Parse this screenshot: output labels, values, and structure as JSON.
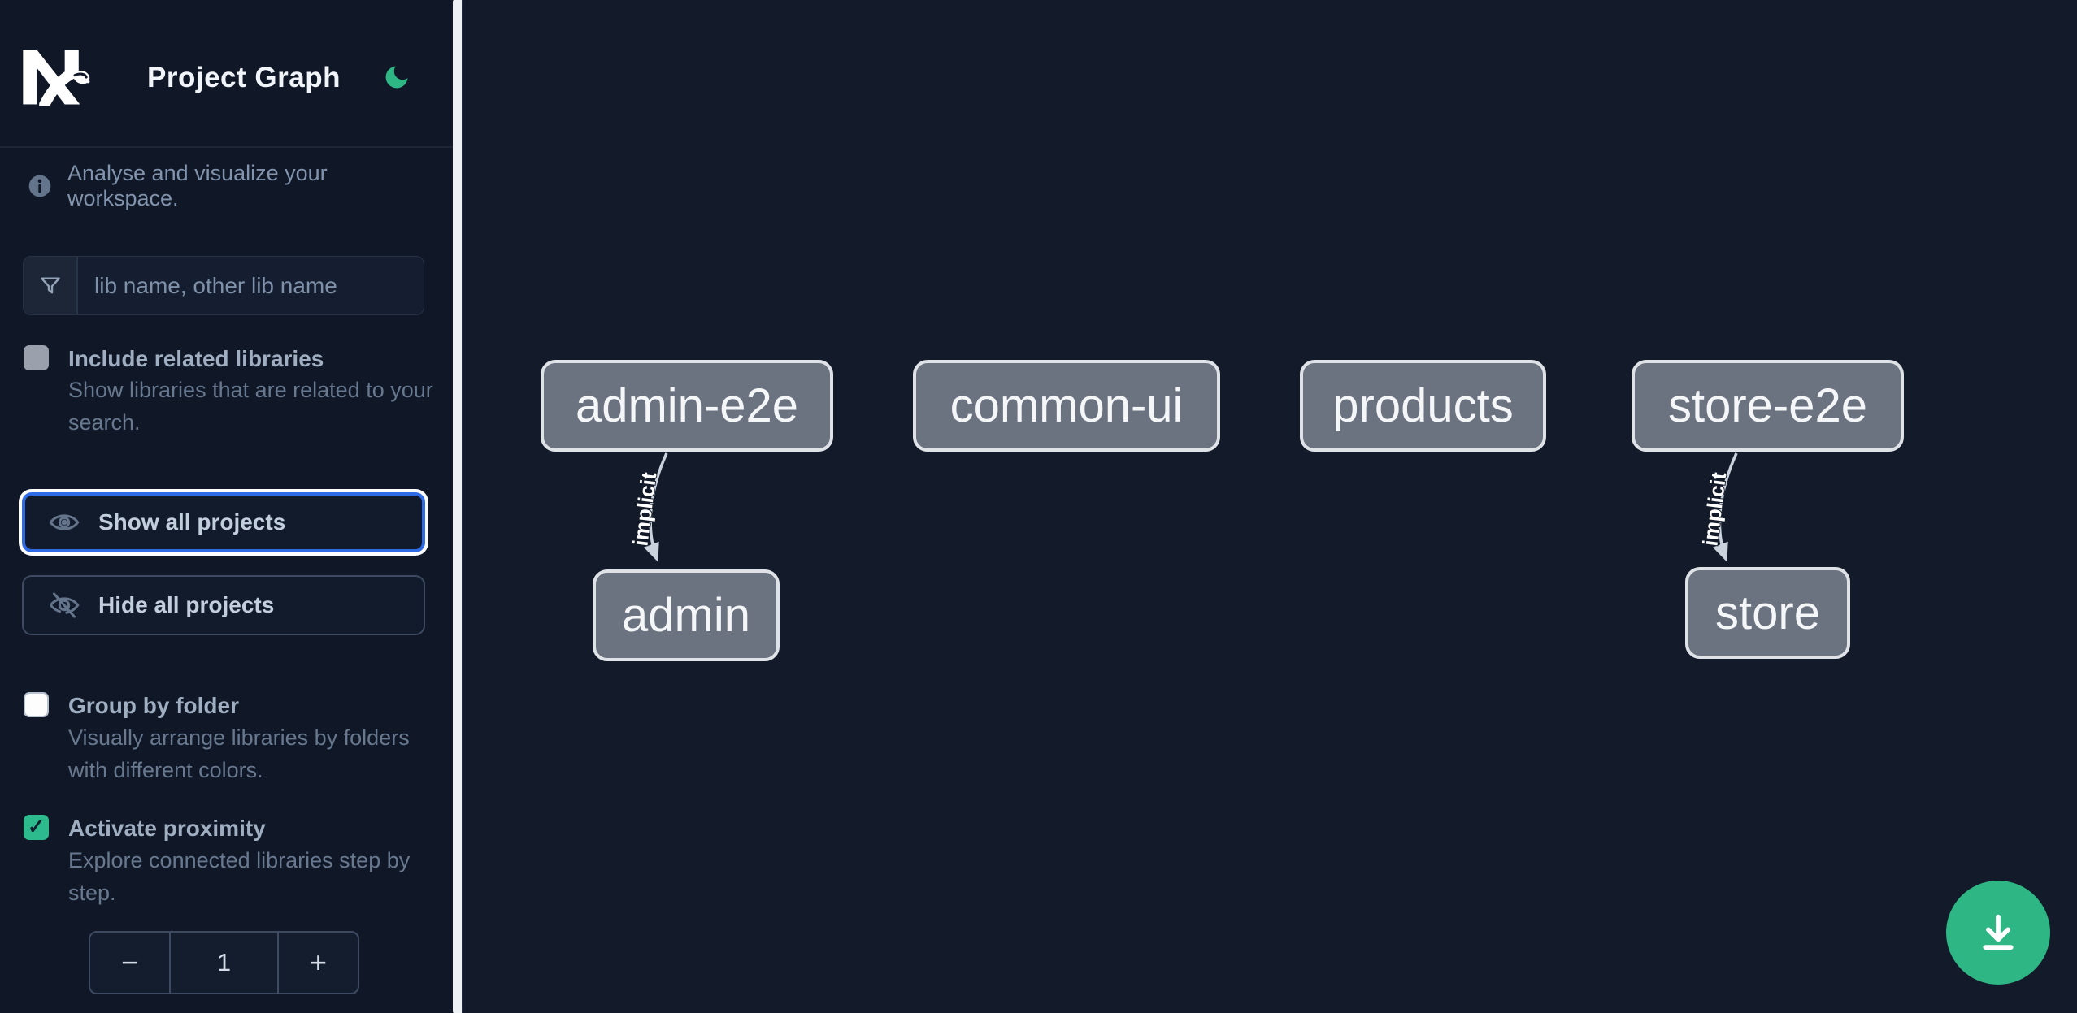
{
  "header": {
    "title": "Project Graph",
    "logo_name": "nx-logo",
    "theme_icon": "moon-icon"
  },
  "sidebar": {
    "tagline": "Analyse and visualize your workspace.",
    "search": {
      "placeholder": "lib name, other lib name",
      "icon": "filter-funnel-icon"
    },
    "checkboxes": [
      {
        "label": "Include related libraries",
        "description": "Show libraries that are related to your search.",
        "checked": false,
        "state": "disabled"
      },
      {
        "label": "Group by folder",
        "description": "Visually arrange libraries by folders with different colors.",
        "checked": false,
        "state": "enabled"
      },
      {
        "label": "Activate proximity",
        "description": "Explore connected libraries step by step.",
        "checked": true,
        "state": "enabled"
      }
    ],
    "buttons": [
      {
        "label": "Show all projects",
        "icon": "eye-icon",
        "focused": true
      },
      {
        "label": "Hide all projects",
        "icon": "eye-off-icon",
        "focused": false
      }
    ],
    "stepper": {
      "decrement_label": "−",
      "value": "1",
      "increment_label": "+"
    }
  },
  "graph": {
    "nodes": [
      {
        "id": "admin-e2e",
        "label": "admin-e2e"
      },
      {
        "id": "common-ui",
        "label": "common-ui"
      },
      {
        "id": "products",
        "label": "products"
      },
      {
        "id": "store-e2e",
        "label": "store-e2e"
      },
      {
        "id": "admin",
        "label": "admin"
      },
      {
        "id": "store",
        "label": "store"
      }
    ],
    "edges": [
      {
        "from": "admin-e2e",
        "to": "admin",
        "label": "implicit"
      },
      {
        "from": "store-e2e",
        "to": "store",
        "label": "implicit"
      }
    ]
  },
  "fab": {
    "icon": "download-icon"
  },
  "icons": {
    "check": "✓"
  },
  "colors": {
    "sidebar_bg": "#101827",
    "canvas_bg": "#131A29",
    "accent_green": "#2FB685",
    "checkbox_green": "#2DBB8D",
    "focus_blue": "#2E6BE5",
    "node_fill": "#6B7280",
    "node_border": "#DFE3E8",
    "edge": "#C9D2DD",
    "divider": "#EEF1F4"
  }
}
